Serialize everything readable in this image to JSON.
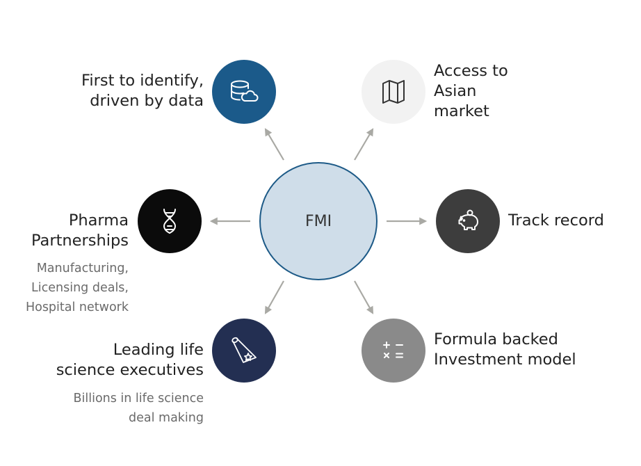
{
  "center": {
    "label": "FMI"
  },
  "nodes": {
    "data": {
      "lines": [
        "First to identify,",
        "driven by data"
      ],
      "icon": "database-cloud-icon",
      "color": "#1b5a8a"
    },
    "asian": {
      "lines": [
        "Access to",
        "Asian",
        "market"
      ],
      "icon": "map-icon",
      "color": "#f2f2f2"
    },
    "pharma": {
      "lines": [
        "Pharma",
        "Partnerships"
      ],
      "sub": [
        "Manufacturing,",
        "Licensing deals,",
        "Hospital network"
      ],
      "icon": "dna-icon",
      "color": "#0b0b0b"
    },
    "track": {
      "lines": [
        "Track record"
      ],
      "icon": "piggy-bank-icon",
      "color": "#3d3d3d"
    },
    "leaders": {
      "lines": [
        "Leading life",
        "science executives"
      ],
      "sub": [
        "Billions in life science",
        "deal making"
      ],
      "icon": "spotlight-star-icon",
      "color": "#232f52"
    },
    "formula": {
      "lines": [
        "Formula backed",
        "Investment model"
      ],
      "icon": "calculator-icon",
      "color": "#8a8a8a"
    }
  },
  "arrow_color": "#a9a9a4"
}
